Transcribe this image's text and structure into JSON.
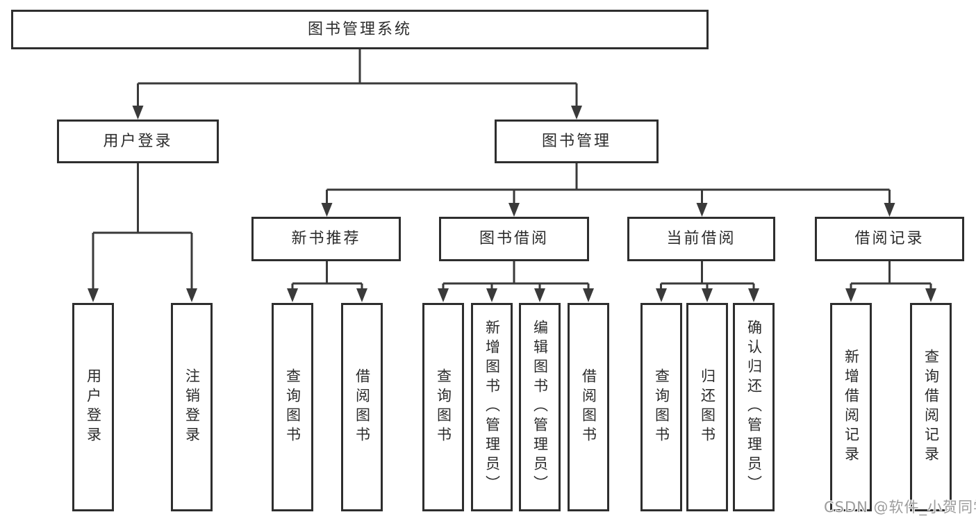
{
  "diagram": {
    "root": {
      "label": "图书管理系统"
    },
    "level2": [
      {
        "label": "用户登录",
        "parent": "图书管理系统"
      },
      {
        "label": "图书管理",
        "parent": "图书管理系统"
      }
    ],
    "level3": [
      {
        "label": "新书推荐",
        "parent": "图书管理"
      },
      {
        "label": "图书借阅",
        "parent": "图书管理"
      },
      {
        "label": "当前借阅",
        "parent": "图书管理"
      },
      {
        "label": "借阅记录",
        "parent": "图书管理"
      }
    ],
    "leaves": [
      {
        "label": "用户登录",
        "parent": "用户登录"
      },
      {
        "label": "注销登录",
        "parent": "用户登录"
      },
      {
        "label": "查询图书",
        "parent": "新书推荐"
      },
      {
        "label": "借阅图书",
        "parent": "新书推荐"
      },
      {
        "label": "查询图书",
        "parent": "图书借阅"
      },
      {
        "label": "新增图书（管理员）",
        "parent": "图书借阅"
      },
      {
        "label": "编辑图书（管理员）",
        "parent": "图书借阅"
      },
      {
        "label": "借阅图书",
        "parent": "图书借阅"
      },
      {
        "label": "查询图书",
        "parent": "当前借阅"
      },
      {
        "label": "归还图书",
        "parent": "当前借阅"
      },
      {
        "label": "确认归还（管理员）",
        "parent": "当前借阅"
      },
      {
        "label": "新增借阅记录",
        "parent": "借阅记录"
      },
      {
        "label": "查询借阅记录",
        "parent": "借阅记录"
      }
    ],
    "watermark": "CSDN @软件_小贺同学",
    "colors": {
      "line": "#3a3a3a",
      "box_border": "#2e2e2e",
      "text": "#2b2b2b",
      "watermark": "#9c9c9c",
      "background": "#ffffff"
    }
  }
}
